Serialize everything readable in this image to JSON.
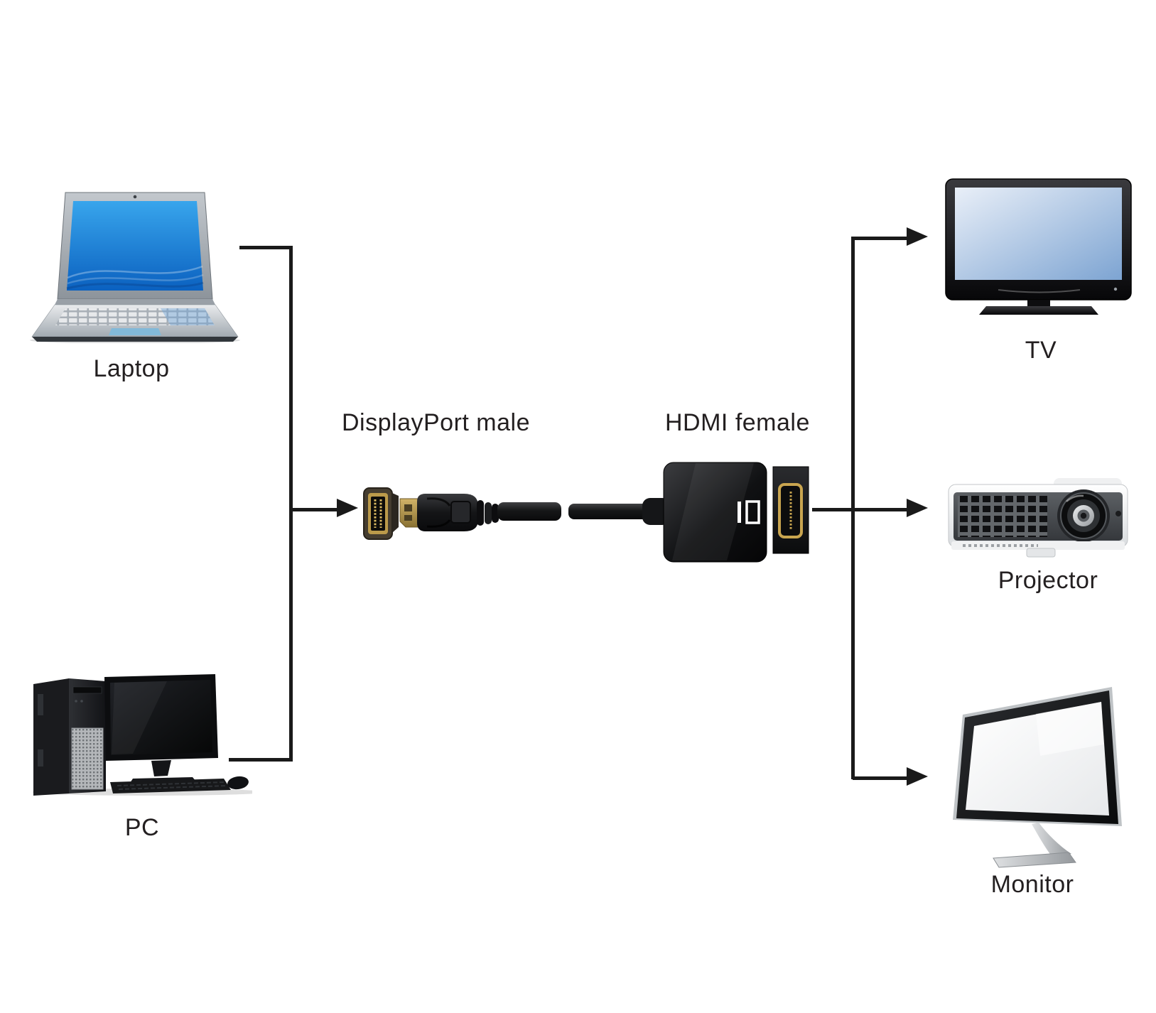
{
  "diagram": {
    "sources": [
      {
        "id": "laptop",
        "label": "Laptop"
      },
      {
        "id": "pc",
        "label": "PC"
      }
    ],
    "adapter": {
      "connector_left_label": "DisplayPort male",
      "connector_right_label": "HDMI female"
    },
    "outputs": [
      {
        "id": "tv",
        "label": "TV"
      },
      {
        "id": "projector",
        "label": "Projector"
      },
      {
        "id": "monitor",
        "label": "Monitor"
      }
    ],
    "figures": [
      "laptop-image",
      "pc-image",
      "displayport-connector-image",
      "adapter-cable-image",
      "hdmi-port-image",
      "tv-image",
      "projector-image",
      "monitor-image"
    ],
    "colors": {
      "background": "#ffffff",
      "line": "#1a1a1a",
      "label_text": "#231f20",
      "laptop_screen_blue": "#1778d0",
      "tv_screen_blue": "#9fc0e2",
      "monitor_screen_white": "#f5f6f7",
      "connector_gold": "#bb9a4a",
      "device_black": "#121214",
      "projector_body_white": "#f2f3f4"
    }
  }
}
